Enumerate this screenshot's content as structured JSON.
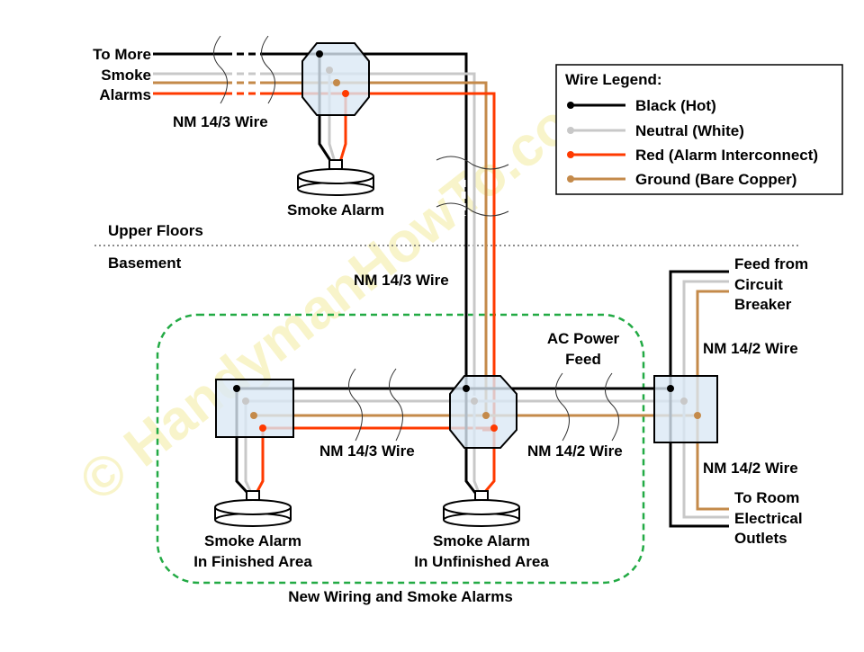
{
  "watermark": "© HandymanHowTo.com",
  "colors": {
    "hot": "#000000",
    "neutral": "#c8c8c8",
    "interconnect": "#ff3a00",
    "ground": "#c48a4a",
    "box_fill": "#dbe8f5",
    "group_border": "#22aa44"
  },
  "legend": {
    "title": "Wire Legend:",
    "items": [
      {
        "label": "Black (Hot)",
        "color": "#000000"
      },
      {
        "label": "Neutral (White)",
        "color": "#c8c8c8"
      },
      {
        "label": "Red (Alarm Interconnect)",
        "color": "#ff3a00"
      },
      {
        "label": "Ground (Bare Copper)",
        "color": "#c48a4a"
      }
    ]
  },
  "labels": {
    "to_more_1": "To More",
    "to_more_2": "Smoke",
    "to_more_3": "Alarms",
    "nm143_top": "NM 14/3 Wire",
    "smoke_alarm_top": "Smoke Alarm",
    "upper_floors": "Upper Floors",
    "basement": "Basement",
    "nm143_riser": "NM 14/3 Wire",
    "feed_1": "Feed from",
    "feed_2": "Circuit",
    "feed_3": "Breaker",
    "nm142_feed": "NM 14/2 Wire",
    "ac_power_1": "AC Power",
    "ac_power_2": "Feed",
    "nm143_mid": "NM 14/3 Wire",
    "nm142_mid": "NM 14/2 Wire",
    "nm142_outlets": "NM 14/2 Wire",
    "to_room_1": "To Room",
    "to_room_2": "Electrical",
    "to_room_3": "Outlets",
    "alarm_finished_1": "Smoke Alarm",
    "alarm_finished_2": "In Finished Area",
    "alarm_unfinished_1": "Smoke Alarm",
    "alarm_unfinished_2": "In Unfinished Area",
    "group_caption": "New Wiring and Smoke Alarms"
  }
}
